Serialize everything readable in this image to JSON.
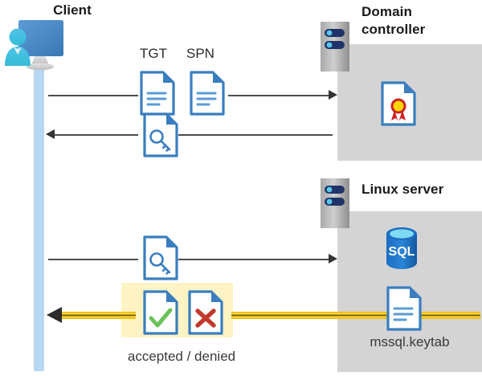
{
  "diagram": {
    "title": "Kerberos authentication flow between Client, Domain controller and Linux server",
    "colors": {
      "panel_grey": "#d4d4d4",
      "client_bar_blue": "#b7d8f2",
      "doc_blue": "#3a7ebf",
      "highlight_yellow": "#fdf3c4",
      "arrow_yellow": "#f2c200",
      "arrow_dark": "#333333",
      "accept_green": "#6ac259",
      "deny_red": "#c0392b",
      "sql_blue": "#1b6ec2",
      "cert_gold": "#ffd400",
      "cert_red": "#cc2222"
    }
  },
  "actors": {
    "client": {
      "label": "Client",
      "icon": "client-workstation-icon"
    },
    "domain_controller": {
      "label": "Domain controller",
      "rack_icon": "server-rack-icon",
      "contents": [
        {
          "name": "certificate-document-icon",
          "label": ""
        }
      ]
    },
    "linux_server": {
      "label": "Linux server",
      "rack_icon": "server-rack-icon",
      "contents": [
        {
          "name": "sql-database-icon",
          "label": "SQL"
        },
        {
          "name": "keytab-document-icon",
          "label": "mssql.keytab"
        }
      ]
    }
  },
  "messages": [
    {
      "id": "request-tgt-spn",
      "direction": "client-to-domain-controller",
      "artifacts": [
        {
          "label": "TGT",
          "icon": "document-lines-icon"
        },
        {
          "label": "SPN",
          "icon": "document-lines-icon"
        }
      ]
    },
    {
      "id": "ticket-response",
      "direction": "domain-controller-to-client",
      "artifacts": [
        {
          "label": "",
          "icon": "document-key-icon"
        }
      ]
    },
    {
      "id": "present-ticket",
      "direction": "client-to-linux-server",
      "artifacts": [
        {
          "label": "",
          "icon": "document-key-icon"
        }
      ]
    },
    {
      "id": "auth-result",
      "direction": "linux-server-to-client",
      "highlighted": true,
      "result_label": "accepted / denied",
      "artifacts": [
        {
          "label": "accepted",
          "icon": "document-check-icon"
        },
        {
          "label": "denied",
          "icon": "document-cross-icon"
        }
      ]
    }
  ],
  "labels": {
    "tgt": "TGT",
    "spn": "SPN",
    "accepted_denied": "accepted / denied",
    "mssql_keytab": "mssql.keytab",
    "sql": "SQL",
    "client": "Client",
    "domain_controller_line1": "Domain",
    "domain_controller_line2": "controller",
    "linux_server": "Linux server"
  }
}
